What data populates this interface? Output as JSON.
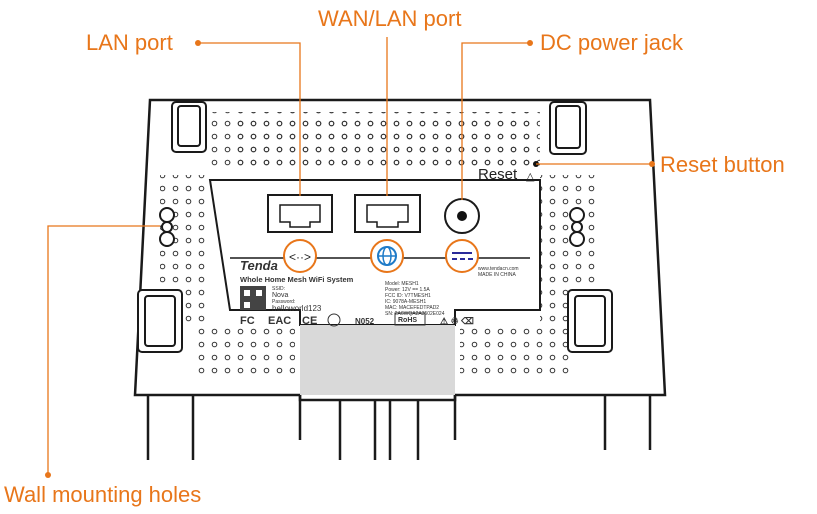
{
  "callouts": {
    "lan_port": "LAN port",
    "wan_lan_port": "WAN/LAN port",
    "dc_power_jack": "DC power jack",
    "reset_button": "Reset button",
    "wall_mounting_holes": "Wall mounting holes"
  },
  "device": {
    "reset_label": "Reset",
    "brand": "Tenda",
    "label_title": "Whole Home Mesh WiFi System",
    "ssid_label": "SSID:",
    "ssid_value": "Nova",
    "password_label": "Password:",
    "password_value": "helloworld123",
    "model": "Model: MESH1",
    "power": "Power: 12V == 1.5A",
    "fcc_id": "FCC ID: V7TMESH1",
    "ic": "IC: 9078A-MESH1",
    "mac": "MAC: MACEFEDTPAD2",
    "sn": "SN: 2A6WQA2A3502E024",
    "website": "www.tendacn.com",
    "made_in": "MADE IN CHINA",
    "port_icons": [
      "lan-arrows-icon",
      "globe-icon",
      "dc-polarity-icon"
    ]
  },
  "colors": {
    "accent": "#e8761a",
    "globe": "#1e7bc8",
    "dc_icon": "#2a2a9a",
    "outline": "#1a1a1a"
  }
}
